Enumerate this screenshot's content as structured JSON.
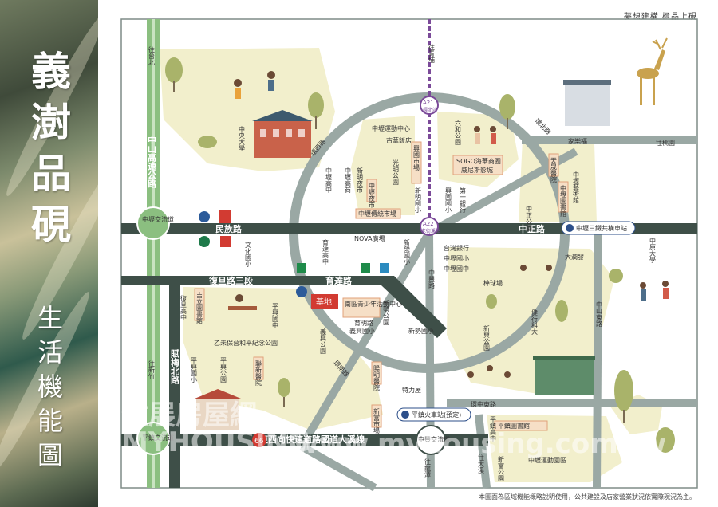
{
  "sidebar": {
    "title": "義澍品硯",
    "subtitle": "生活機能圖"
  },
  "tagline": "夢想建構 極品上硯",
  "disclaimer": "本圖面為區域機能概略說明使用，公共建設及店家營業狀況依實際現況為主。",
  "roads": {
    "zhongshan_highway": "中山高速公路",
    "to_taipei": "往台北",
    "to_xinzhu": "往新竹",
    "zhongli_interchange": "中壢交流道",
    "pingzhen_interchange": "平鎮交流道",
    "minzu_rd": "民族路",
    "zhongzheng_rd": "中正路",
    "fudan_rd": "復旦路三段",
    "yuda_rd": "育達路",
    "fumei_north_rd": "賦梅北路",
    "huanbei_rd": "環北路",
    "huanxi_rd": "環西路",
    "huannan_rd": "環南路",
    "huanzhong_east_rd": "環中東路",
    "zhongfeng_rd": "中豐路",
    "zhongshan_east_rd": "中山東路",
    "to_qingpu": "往青埔",
    "to_taoyuan": "往桃園",
    "to_longtan": "往龍潭",
    "to_daxi": "往大溪",
    "provincial_66": "66",
    "expressway_66": "東西向快速道路國道大溪線",
    "zhongfeng_interchange": "中豐交流道",
    "rail_three_stations": "中壢三鐵共構車站",
    "pingzhen_station": "平鎮火車站(預定)"
  },
  "stations": {
    "a21": "A21",
    "a21_name": "環北站",
    "a22": "A22",
    "a22_name": "老街溪站"
  },
  "places": {
    "central_univ": "中央大學",
    "zhongli_sports_center": "中壢運動中心",
    "guyi_restaurant": "古華飯店",
    "xingguo_market": "興國市場",
    "guangming_park": "光明公園",
    "liuhe_park": "六和公園",
    "sogo": "SOGO海華商圈",
    "vieshow": "威尼斯影城",
    "tiancheng_hospital": "天晟醫院",
    "zhongli_high": "中壢高中",
    "zhongli_commerce": "中壢高商",
    "xinming_night_market": "新明夜市",
    "zhongli_night_market": "中壢夜市",
    "zhongli_trad_market": "中壢傳統市場",
    "xinming_elem": "新明國小",
    "xingguo_elem": "興國國小",
    "first_bank": "第一銀行",
    "zhongzheng_park": "中正公園",
    "zhongli_art_museum": "中壢藝術館",
    "zhongli_library": "中壢圖書館",
    "jiale_fu": "家樂福",
    "wenhua_elem": "文化國小",
    "nova": "NOVA廣場",
    "yuda_high": "育達高中",
    "xinrong_elem": "新榮國小",
    "taiwan_bank": "台灣銀行",
    "zhongli_elem": "中壢國小",
    "zhongli_jh": "中壢國中",
    "darunfa": "大潤發",
    "baseball_field": "棒球場",
    "zhongyuan_univ": "中原大學",
    "jifu_high": "復旦高中",
    "jifu_library": "吉立圖書館",
    "pingxing_jh": "平興國中",
    "yimiao_park": "乙未保台和平紀念公園",
    "pingxing_park": "平興公園",
    "pingxing_elem": "平興國小",
    "lianxin_hospital": "聯新醫院",
    "site": "基地",
    "youth_center": "南區青少年活動中心",
    "xinshi_park": "新勢公園",
    "yixing_park": "義興公園",
    "yixing_elem": "義興國小",
    "xinshi_elem": "新勢國小",
    "yangming_hospital": "陽明醫院",
    "yuming_bldg": "育明路",
    "texing_ave": "特力屋",
    "xinxing_park": "新興公園",
    "jianxing_tech": "健行科大",
    "xinfu_market": "新富市場",
    "pingzhen_high": "平鎮高中",
    "pingzhen_library": "平鎮圖書館",
    "xinfu_park": "新富公園",
    "zhongli_sports_park": "中壢運動園區"
  },
  "watermark": {
    "logo_text": "住展房屋網",
    "logo_latin": "MYHOUSING",
    "url": "www.myhousing.com.tw"
  },
  "colors": {
    "road_main": "#3e4f48",
    "road_ring": "#9aa8a4",
    "highway": "#8bbf80",
    "park": "#f2efcc",
    "tag_fill": "#f6dfc6",
    "tag_stroke": "#e0a27a",
    "rail_purple": "#7b4a99",
    "site_red": "#d23b32"
  }
}
